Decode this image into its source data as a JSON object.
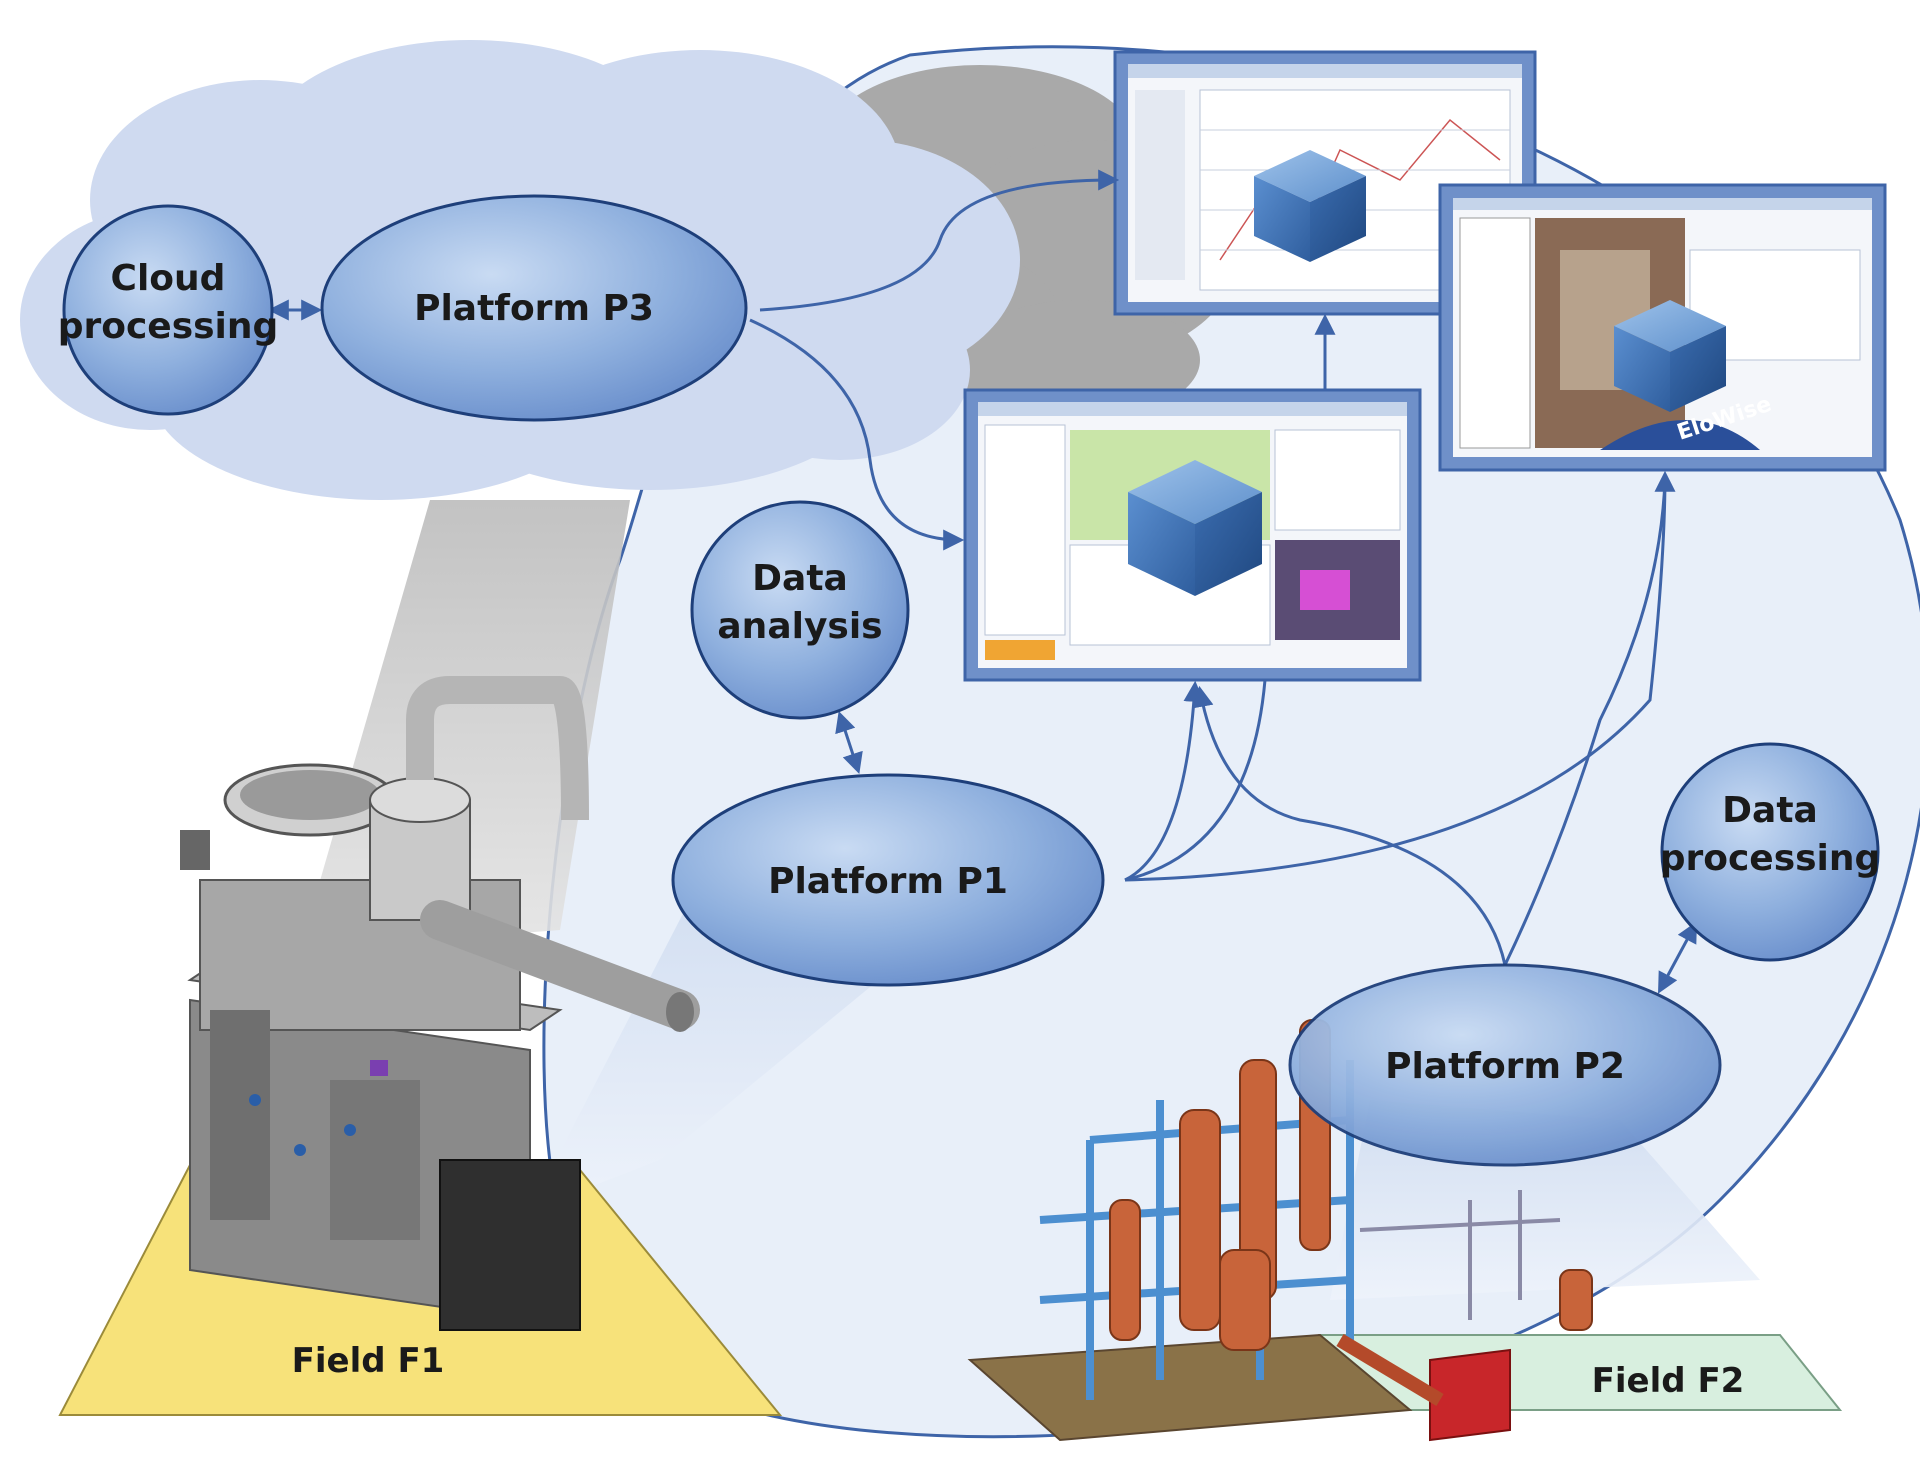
{
  "nodes": {
    "cloud_processing": [
      "Cloud",
      "processing"
    ],
    "platform_p3": "Platform P3",
    "data_analysis": [
      "Data",
      "analysis"
    ],
    "platform_p1": "Platform P1",
    "data_processing": [
      "Data",
      "processing"
    ],
    "platform_p2": "Platform P2"
  },
  "fields": {
    "field_f1": "Field F1",
    "field_f2": "Field F2"
  },
  "screens": {
    "elowise_logo": "EloWise"
  },
  "colors": {
    "node_fill": "#8fb0de",
    "node_stroke": "#1e3f7a",
    "connector": "#3e64a8",
    "cloud": "#cfdaf0",
    "shadow_cloud": "#a5a5a5",
    "background_oval": "#e6eef9",
    "field_f1": "#f7e27a",
    "field_f2": "#d8efdf",
    "cube": "#4f86c6",
    "screen_frame": "#6f90c9",
    "plant_f2": "#c8643a",
    "plant_f2_frame": "#4c8fd0"
  },
  "icons": [
    "cube-icon",
    "plant-machine-f1",
    "plant-structure-f2"
  ]
}
